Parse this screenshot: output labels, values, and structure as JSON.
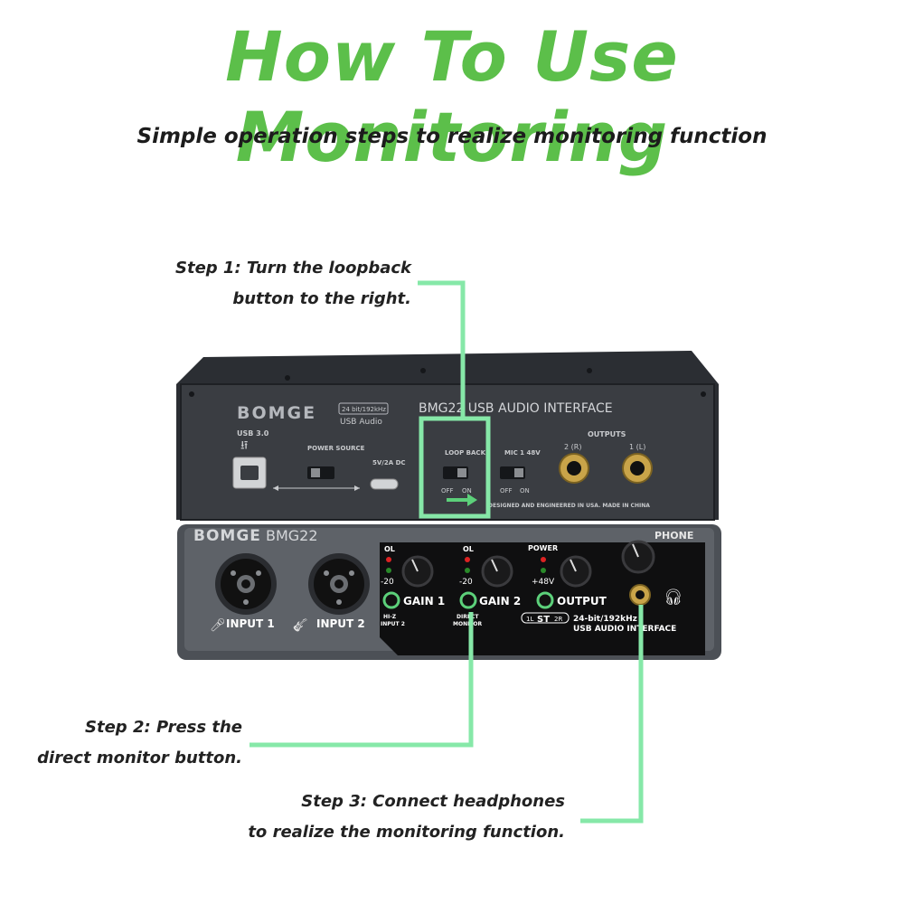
{
  "title": "How To Use Monitoring",
  "subtitle": "Simple operation steps to realize monitoring function",
  "steps": [
    {
      "line1": "Step 1: Turn the loopback",
      "line2": "button to the right."
    },
    {
      "line1": "Step 2: Press the",
      "line2": "direct monitor button."
    },
    {
      "line1": "Step 3: Connect headphones",
      "line2": "to realize the monitoring function."
    }
  ],
  "rear": {
    "brand": "BOMGE",
    "badge_spec": "24 bit/192kHz",
    "badge_sub": "USB Audio",
    "model_title": "BMG22 USB AUDIO INTERFACE",
    "usb": "USB 3.0",
    "power_source": "POWER SOURCE",
    "dc": "5V/2A DC",
    "loopback": "LOOP BACK",
    "off": "OFF",
    "on": "ON",
    "mic": "MIC 1 48V",
    "outputs": "OUTPUTS",
    "out2": "2 (R)",
    "out1": "1 (L)",
    "footer": "DESIGNED AND ENGINEERED IN USA. MADE IN CHINA"
  },
  "front": {
    "brand": "BOMGE",
    "model": "BMG22",
    "input1": "INPUT 1",
    "input2": "INPUT 2",
    "ol": "OL",
    "minus20": "-20",
    "gain1": "GAIN 1",
    "gain2": "GAIN 2",
    "hiz": "HI-Z",
    "hiz_input": "INPUT 2",
    "direct": "DIRECT",
    "monitor": "MONITOR",
    "power": "POWER",
    "plus48": "+48V",
    "output": "OUTPUT",
    "phone": "PHONE",
    "spec": "24-bit/192kHz",
    "usb_interface": "USB AUDIO INTERFACE",
    "st_left": "1L",
    "st": "ST",
    "st_right": "2R"
  },
  "colors": {
    "accent": "#5cbf4a",
    "line": "#86e8a8",
    "panel_rear": "#3a3d42",
    "panel_front": "#55595f"
  }
}
